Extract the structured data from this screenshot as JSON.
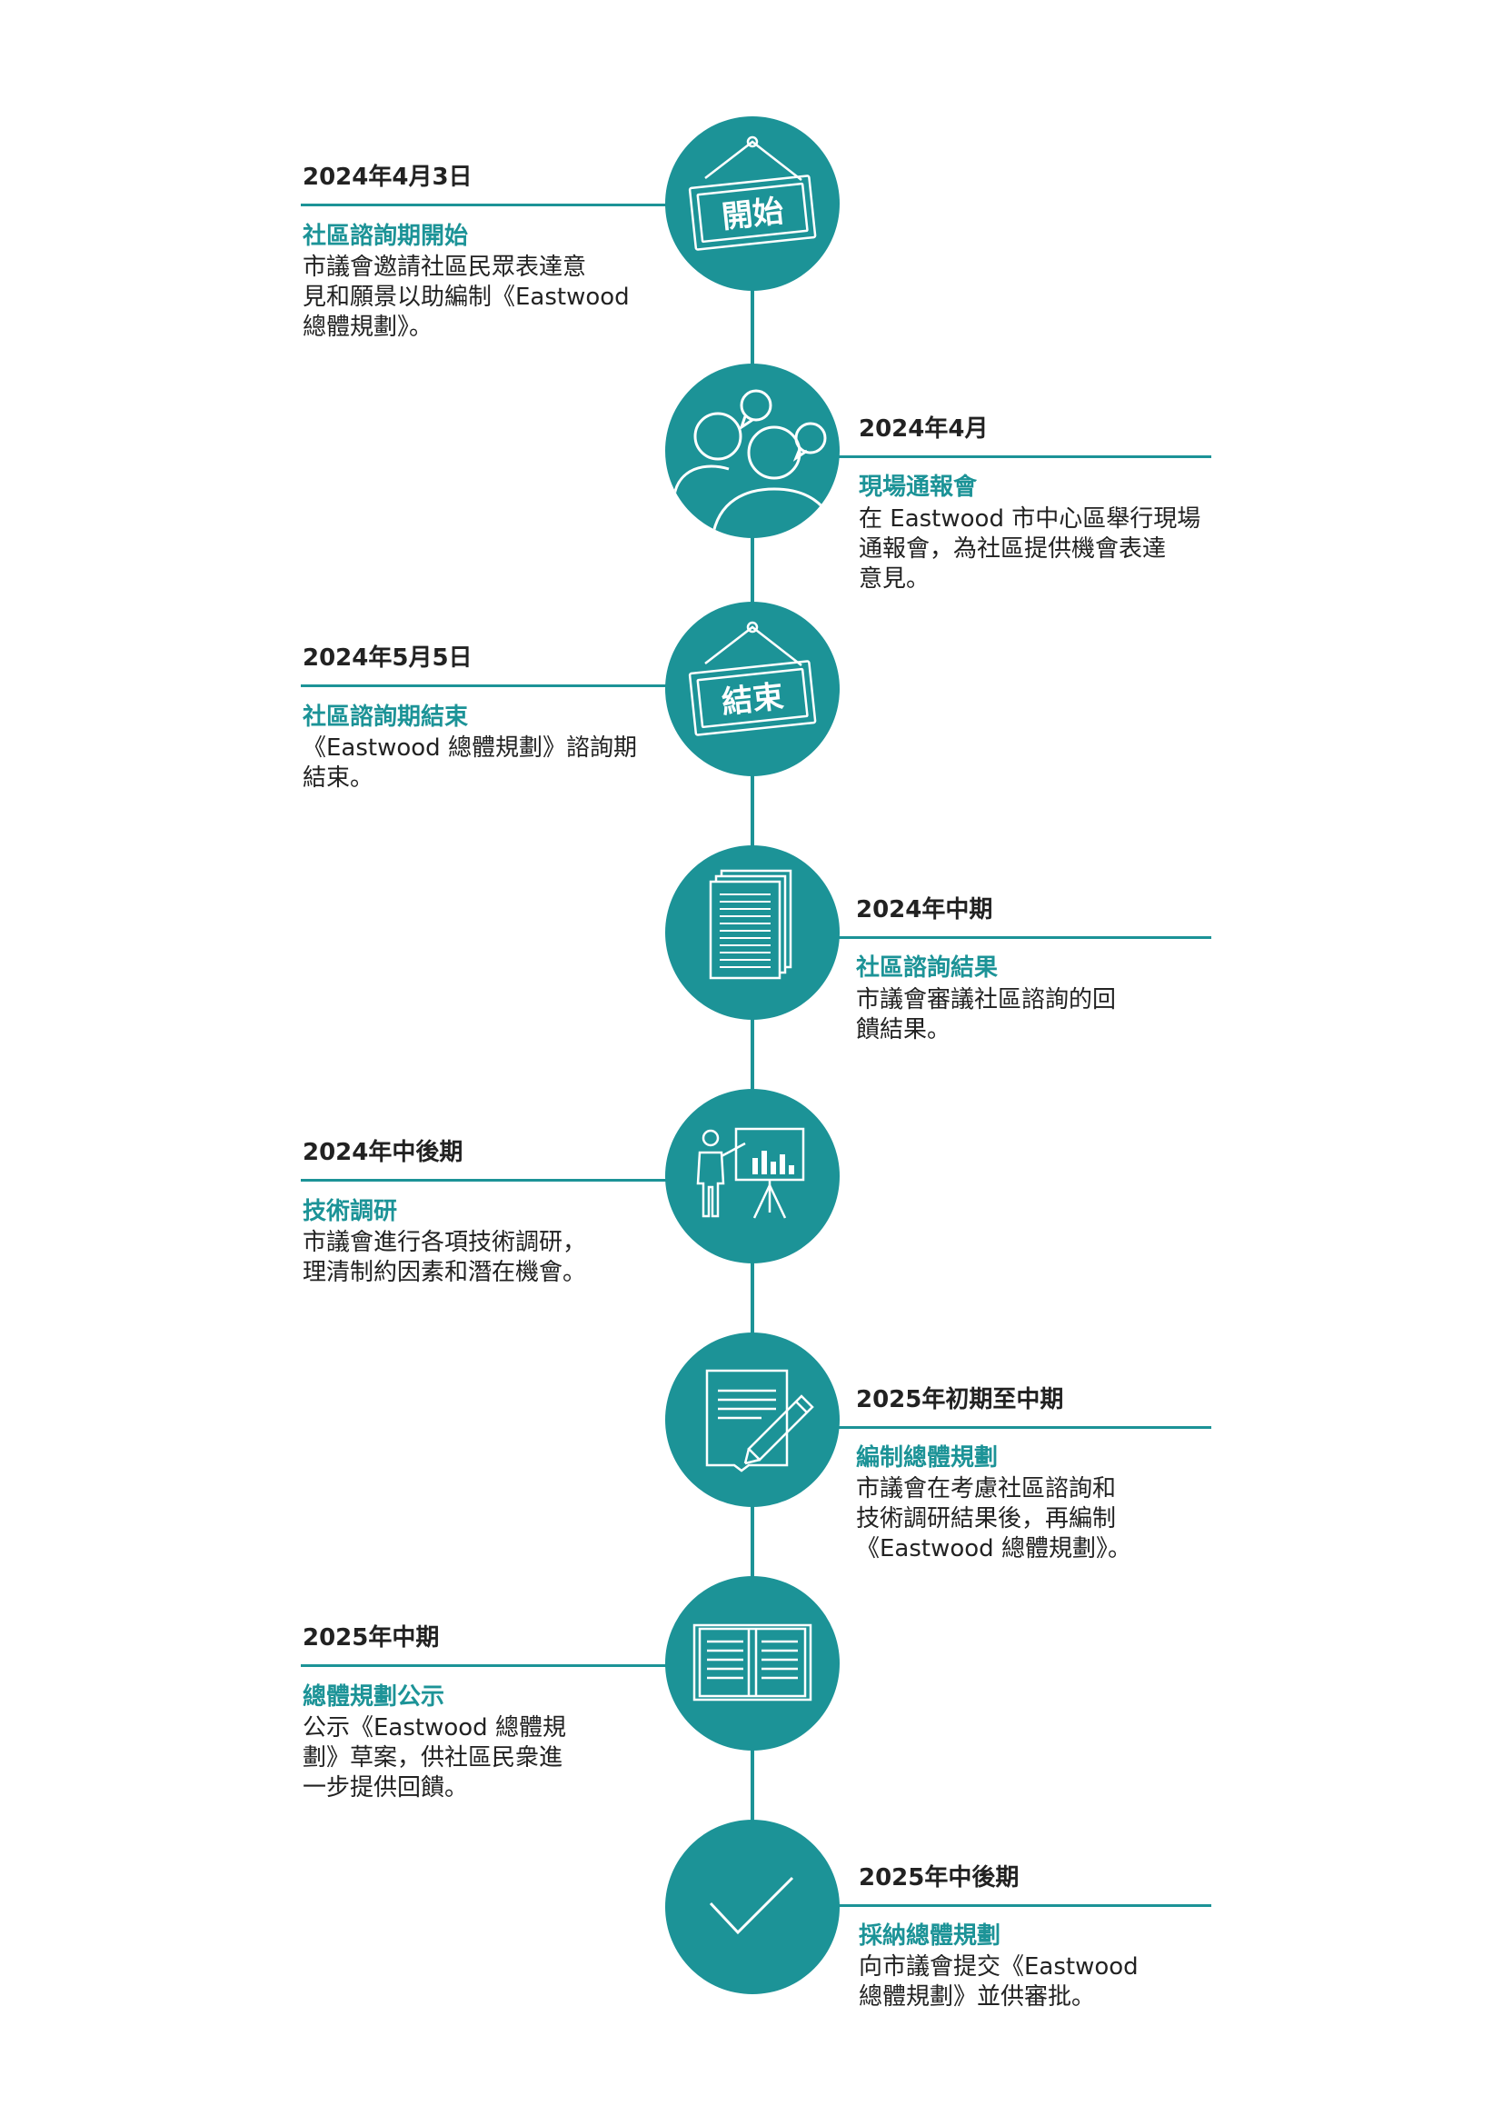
{
  "colors": {
    "accent": "#1c9397",
    "text": "#222222",
    "background": "#ffffff"
  },
  "timeline": [
    {
      "date": "2024年4月3日",
      "title": "社區諮詢期開始",
      "description": "市議會邀請社區民眾表達意\n見和願景以助編制《Eastwood\n總體規劃》。",
      "icon": "hanging-sign-icon",
      "sign_text": "開始",
      "side": "left"
    },
    {
      "date": "2024年4月",
      "title": "現場通報會",
      "description": "在 Eastwood 市中心區舉行現場\n通報會，為社區提供機會表達\n意見。",
      "icon": "people-speech-icon",
      "side": "right"
    },
    {
      "date": "2024年5月5日",
      "title": "社區諮詢期結束",
      "description": "《Eastwood 總體規劃》諮詢期\n結束。",
      "icon": "hanging-sign-icon",
      "sign_text": "結束",
      "side": "left"
    },
    {
      "date": "2024年中期",
      "title": "社區諮詢結果",
      "description": "市議會審議社區諮詢的回\n饋結果。",
      "icon": "documents-stack-icon",
      "side": "right"
    },
    {
      "date": "2024年中後期",
      "title": "技術調研",
      "description": "市議會進行各項技術調研，\n理清制約因素和潛在機會。",
      "icon": "presenter-chart-icon",
      "side": "left"
    },
    {
      "date": "2025年初期至中期",
      "title": "編制總體規劃",
      "description": "市議會在考慮社區諮詢和\n技術調研結果後，再編制\n《Eastwood 總體規劃》。",
      "icon": "document-pencil-icon",
      "side": "right"
    },
    {
      "date": "2025年中期",
      "title": "總體規劃公示",
      "description": "公示《Eastwood 總體規\n劃》草案，供社區民衆進\n一步提供回饋。",
      "icon": "open-book-icon",
      "side": "left"
    },
    {
      "date": "2025年中後期",
      "title": "採納總體規劃",
      "description": "向市議會提交《Eastwood\n總體規劃》並供審批。",
      "icon": "checkmark-icon",
      "side": "right"
    }
  ]
}
